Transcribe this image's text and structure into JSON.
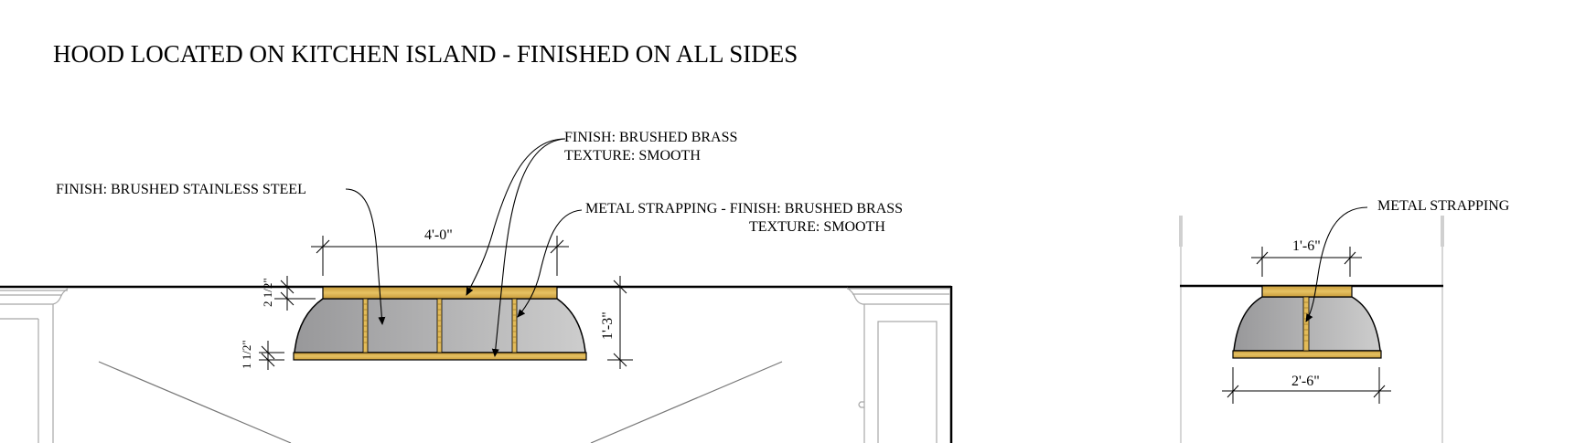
{
  "title": "HOOD LOCATED ON KITCHEN ISLAND - FINISHED ON ALL SIDES",
  "callouts": {
    "stainless": "FINISH: BRUSHED STAINLESS STEEL",
    "brass_finish": "FINISH: BRUSHED BRASS",
    "brass_texture": "TEXTURE: SMOOTH",
    "strapping_line1": "METAL STRAPPING - FINISH: BRUSHED BRASS",
    "strapping_line2": "TEXTURE: SMOOTH",
    "side_strapping": "METAL STRAPPING"
  },
  "dimensions": {
    "front_top_width": "4'-0\"",
    "front_height": "1'-3\"",
    "front_top_band": "2 1/2\"",
    "front_bottom_band": "1 1/2\"",
    "side_top_width": "1'-6\"",
    "side_bottom_width": "2'-6\""
  },
  "colors": {
    "brass": "#D9B24E",
    "brass_dark": "#B8902E",
    "steel_light": "#C8C8C8",
    "steel_dark": "#9A9A9C",
    "line": "#000000",
    "cabinet_line": "#A8A8A8"
  },
  "views": [
    {
      "name": "front-elevation",
      "straps": 3
    },
    {
      "name": "side-elevation",
      "straps": 1
    }
  ]
}
